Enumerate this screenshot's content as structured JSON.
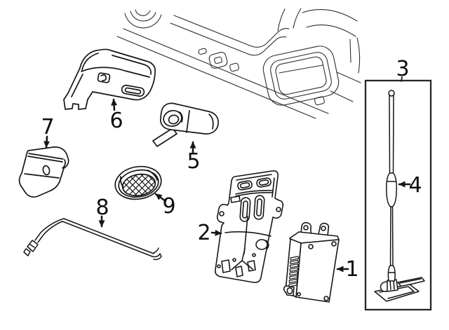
{
  "diagram": {
    "kind": "exploded-parts-diagram",
    "callouts": [
      {
        "label": "1"
      },
      {
        "label": "2"
      },
      {
        "label": "3"
      },
      {
        "label": "4"
      },
      {
        "label": "5"
      },
      {
        "label": "6"
      },
      {
        "label": "7"
      },
      {
        "label": "8"
      },
      {
        "label": "9"
      }
    ],
    "colors": {
      "background": "#ffffff",
      "line": "#161616",
      "roof_line": "#2e2e2e",
      "box_border": "#262626",
      "label_text": "#0e0e0e"
    }
  }
}
